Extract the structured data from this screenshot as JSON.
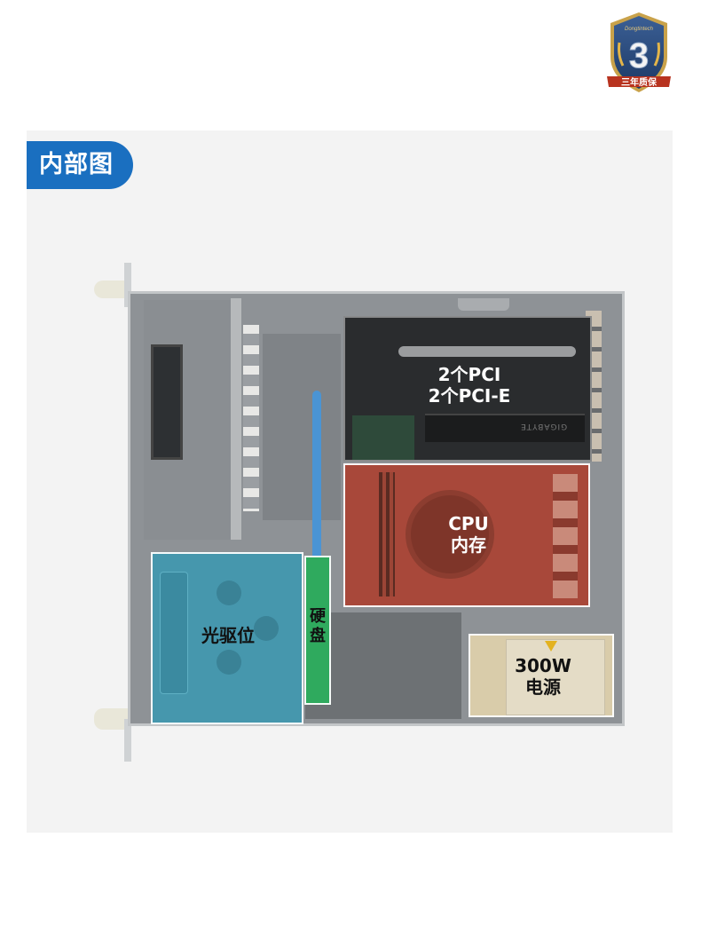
{
  "header": {
    "section_title": "内部图",
    "warranty_badge": {
      "brand": "Dongtintech",
      "number": "3",
      "ribbon_text": "三年质保"
    }
  },
  "diagram": {
    "subject": "4U rackmount industrial chassis, top-down interior view",
    "regions": [
      {
        "id": "expansion",
        "lines": [
          "2个PCI",
          "2个PCI-E"
        ],
        "overlay_color": "#2b2b2b"
      },
      {
        "id": "cpu_memory",
        "lines": [
          "CPU",
          "内存"
        ],
        "overlay_color": "#b5422e"
      },
      {
        "id": "optical_bay",
        "lines": [
          "光驱位"
        ],
        "overlay_color": "#3f97ad"
      },
      {
        "id": "hard_disk",
        "lines": [
          "硬",
          "盘"
        ],
        "overlay_color": "#2faa5e"
      },
      {
        "id": "power_supply",
        "lines": [
          "300W",
          "电源"
        ],
        "overlay_color": "#e0d3b0"
      }
    ],
    "gpu_brand": "GIGABYTE"
  },
  "colors": {
    "accent_blue": "#1a6fc0",
    "panel_bg": "#f3f3f3",
    "chassis_gray": "#8e9296",
    "highlight_border": "#ffffff"
  }
}
